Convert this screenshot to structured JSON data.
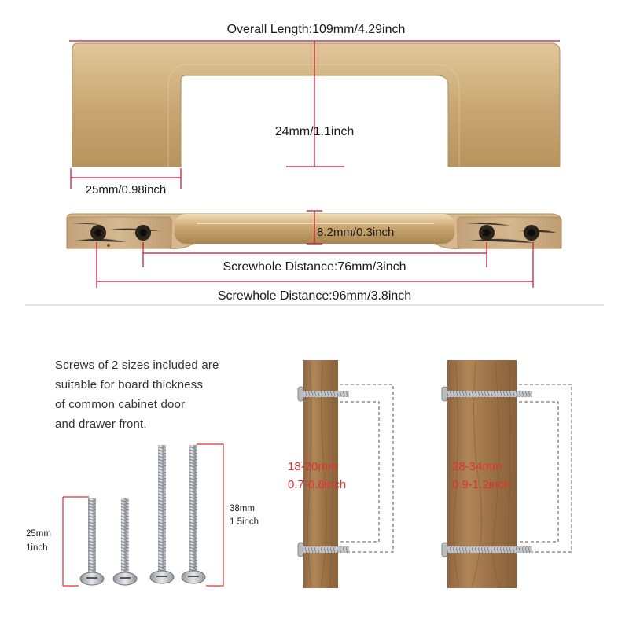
{
  "dimensions": {
    "overall_length": "Overall Length:109mm/4.29inch",
    "inner_height": "24mm/1.1inch",
    "end_width": "25mm/0.98inch",
    "thickness": "8.2mm/0.3inch",
    "screwhole_76": "Screwhole Distance:76mm/3inch",
    "screwhole_96": "Screwhole Distance:96mm/3.8inch"
  },
  "screws": {
    "intro_lines": [
      "Screws of 2 sizes included are",
      "suitable for board thickness",
      "of common cabinet door",
      "and drawer front."
    ],
    "short_mm": "25mm",
    "short_in": "1inch",
    "long_mm": "38mm",
    "long_in": "1.5inch"
  },
  "boards": [
    {
      "range_mm": "18-20mm",
      "range_in": "0.7-0.8inch"
    },
    {
      "range_mm": "28-34mm",
      "range_in": "0.9-1.2inch"
    }
  ],
  "colors": {
    "dimension_line": "#c8102e",
    "brass": "#c9a874",
    "wood": "#a57d52",
    "board_label": "#e03030"
  }
}
